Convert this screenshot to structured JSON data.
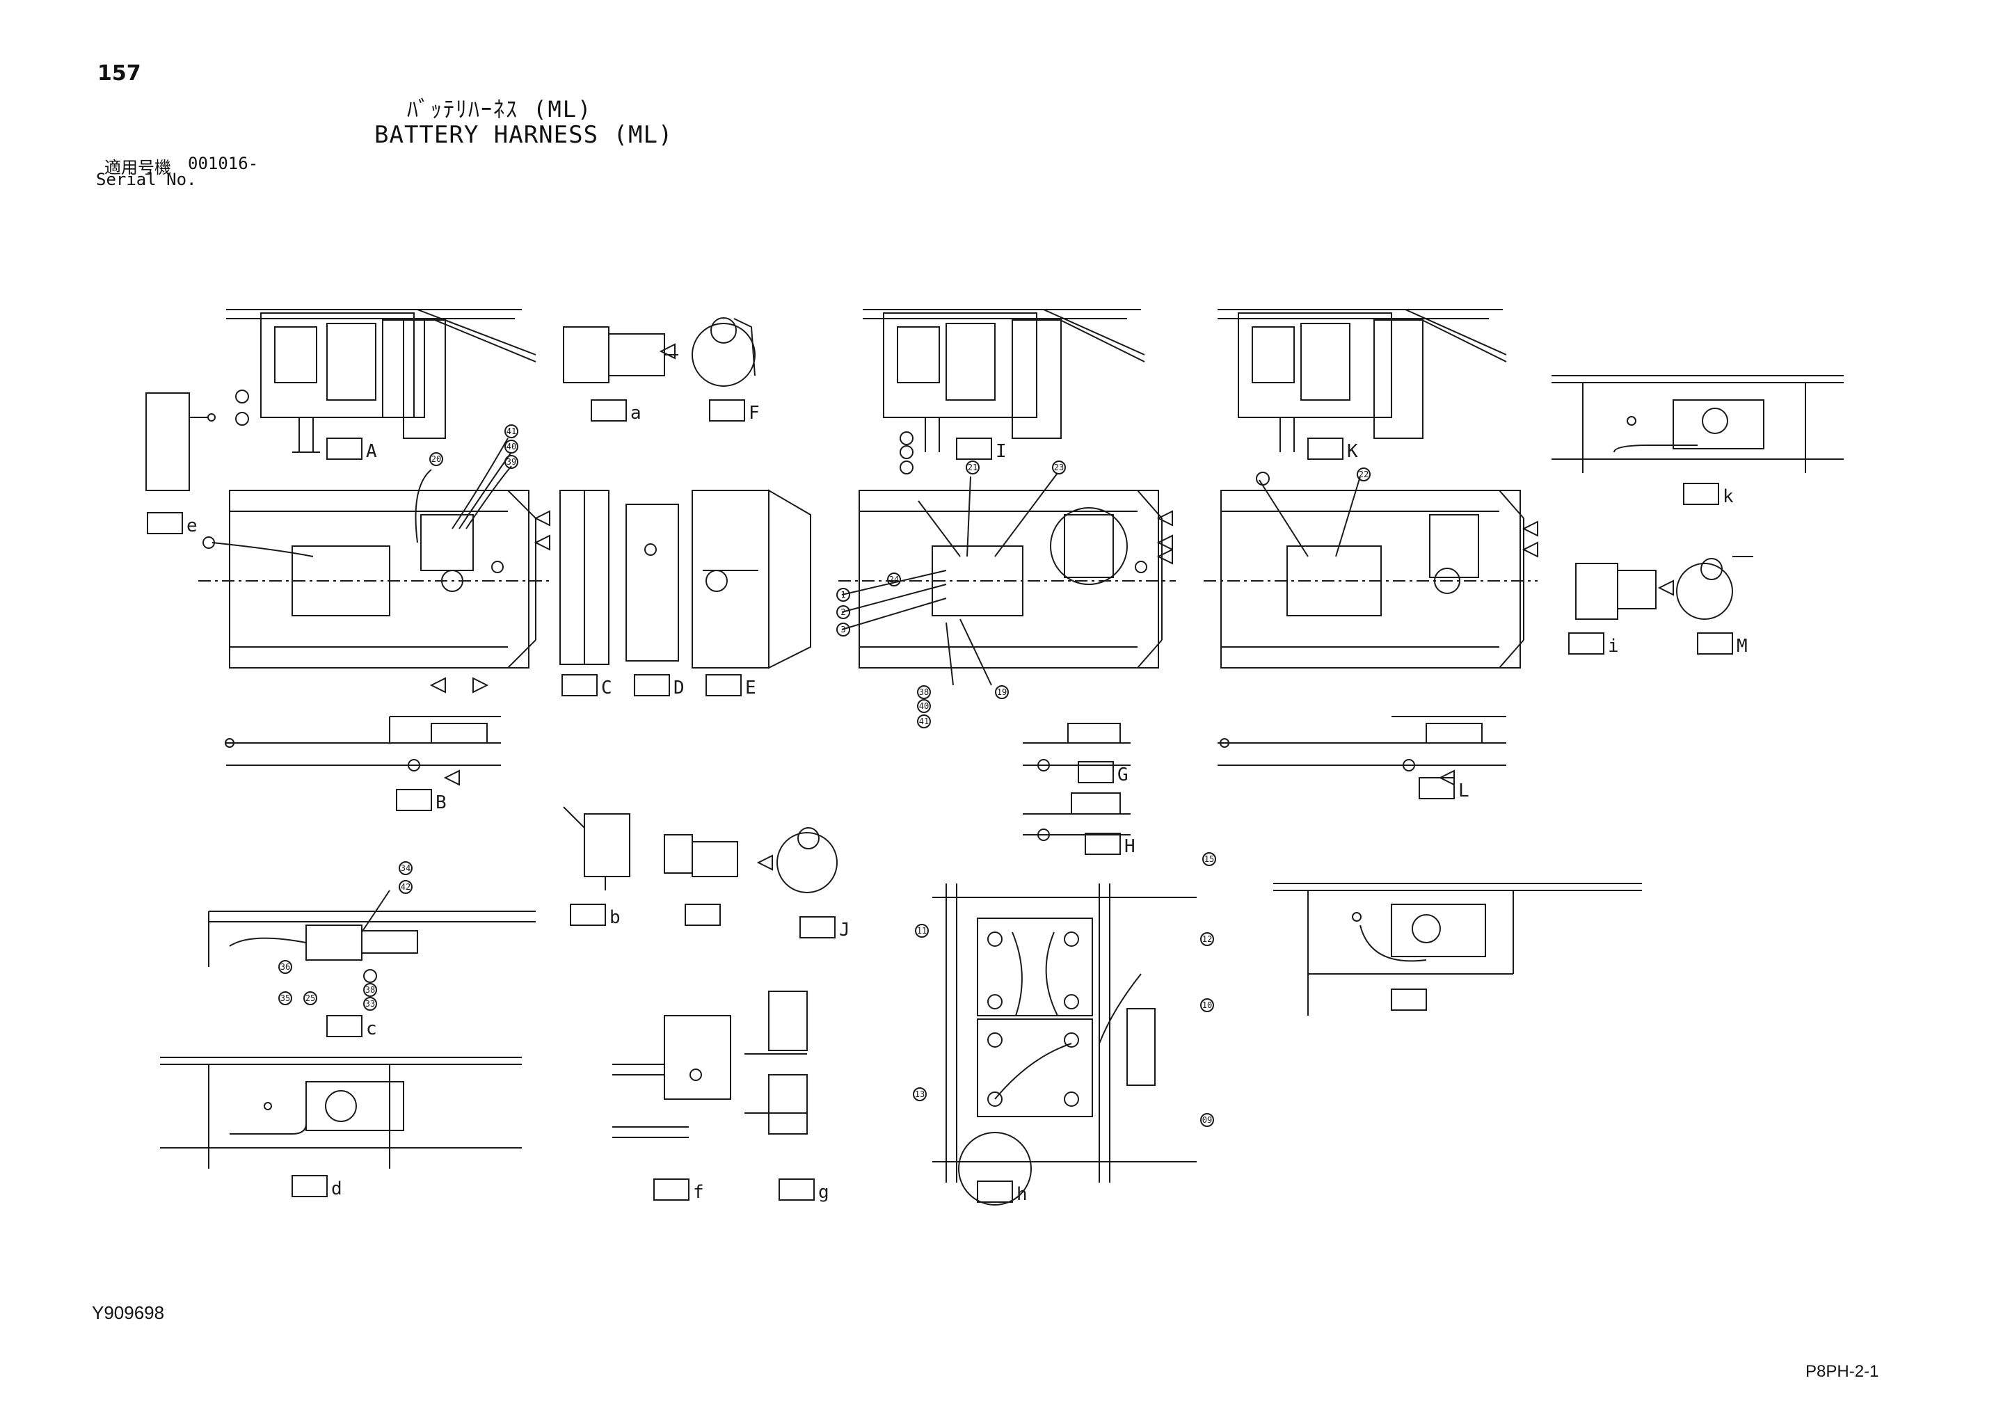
{
  "header": {
    "page_number": "157",
    "title_jp": "ﾊﾞｯﾃﾘﾊｰﾈｽ (ML)",
    "title_en": "BATTERY HARNESS (ML)",
    "serial_label_jp": "適用号機",
    "serial_value": "001016-",
    "serial_label_en": "Serial No."
  },
  "footer": {
    "drawing_number": "Y909698",
    "sheet_code": "P8PH-2-1"
  },
  "callouts": [
    "41",
    "40",
    "39",
    "20",
    "21",
    "22",
    "23",
    "24",
    "1",
    "2",
    "3",
    "19",
    "38",
    "40",
    "41",
    "34",
    "42",
    "36",
    "35",
    "25",
    "38",
    "33",
    "11",
    "12",
    "15",
    "10",
    "13",
    "09"
  ],
  "view_letters": [
    "A",
    "B",
    "C",
    "D",
    "E",
    "F",
    "G",
    "H",
    "I",
    "J",
    "K",
    "L",
    "M",
    "a",
    "b",
    "c",
    "d",
    "e",
    "f",
    "g",
    "h",
    "i",
    "k"
  ],
  "colors": {
    "line": "#1a1a1a",
    "background": "#ffffff"
  }
}
